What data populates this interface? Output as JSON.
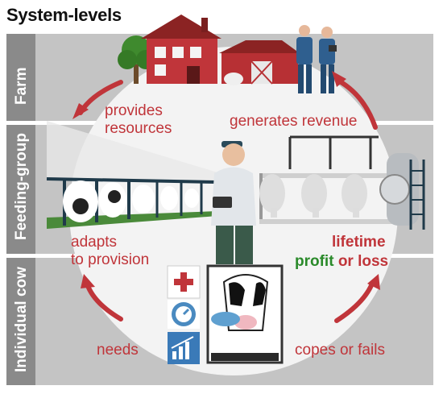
{
  "title": "System-levels",
  "bands": [
    {
      "label": "Farm"
    },
    {
      "label": "Feeding-group"
    },
    {
      "label": "Individual cow"
    }
  ],
  "cycle_labels": {
    "provides": [
      "provides",
      "resources"
    ],
    "generates": "generates  revenue",
    "adapts": [
      "adapts",
      "to provision"
    ],
    "lifetime": "lifetime",
    "profit": "profit",
    "or_loss": " or loss",
    "needs": "needs",
    "copes": "copes or fails"
  },
  "colors": {
    "band": "#bdbdbd",
    "band_label_bg": "#8c8c8c",
    "circle": "#f2f2f2",
    "arrow": "#c0353a",
    "text_red": "#c0353a",
    "text_green": "#2a8a2a"
  },
  "icons": [
    "farmhouse-icon",
    "barn-icon",
    "tree-icon",
    "farmers-icon",
    "farmer-with-tablet-icon",
    "feeding-fence-icon",
    "milking-parlor-icon",
    "cow-in-stall-icon",
    "health-cross-icon",
    "gauge-icon",
    "growth-chart-icon"
  ]
}
